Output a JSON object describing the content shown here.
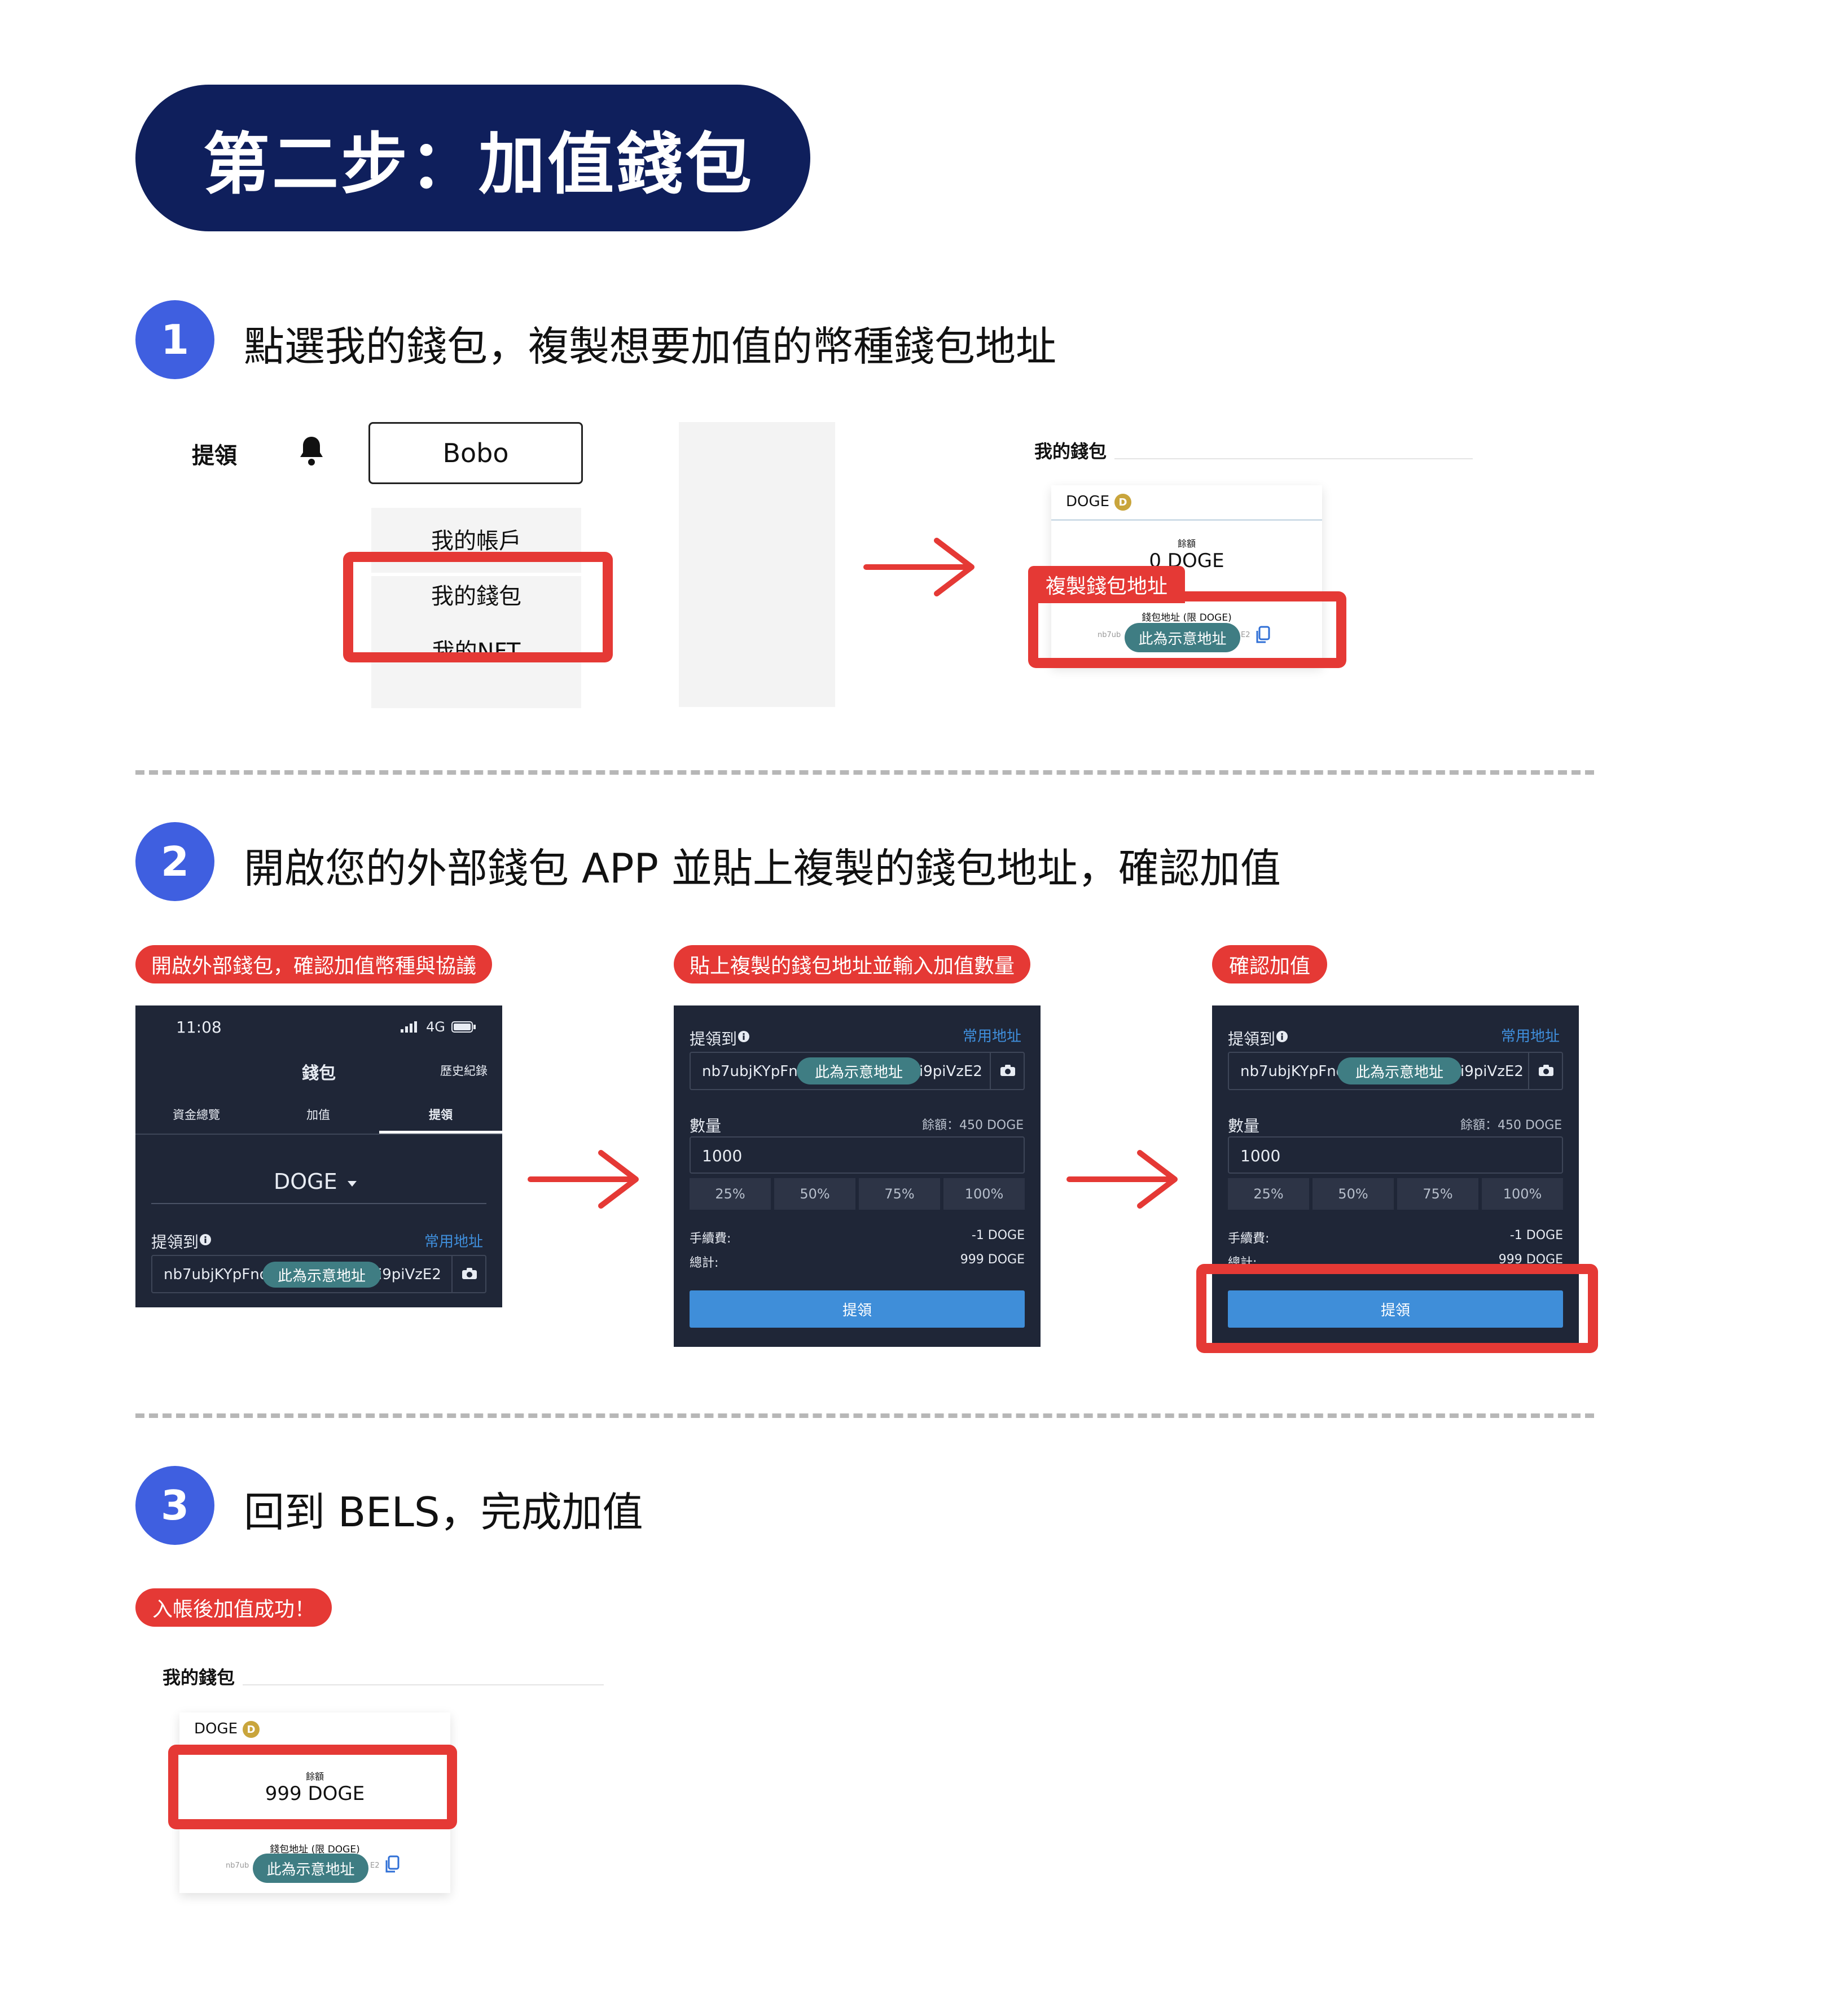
{
  "page_title": "第二步：加值錢包",
  "steps": [
    {
      "num": "1",
      "text": "點選我的錢包，複製想要加值的幣種錢包地址"
    },
    {
      "num": "2",
      "text": "開啟您的外部錢包 APP 並貼上複製的錢包地址，確認加值"
    },
    {
      "num": "3",
      "text": "回到 BELS，完成加值"
    }
  ],
  "step1": {
    "nav_withdraw": "提領",
    "user_button": "Bobo",
    "menu": [
      "我的帳戶",
      "我的錢包",
      "我的NFT"
    ],
    "wallet_heading": "我的錢包",
    "coin": "DOGE",
    "coin_icon_glyph": "D",
    "balance_label": "餘額",
    "balance_value": "0 DOGE",
    "copy_tag": "複製錢包地址",
    "address_label": "錢包地址 (限 DOGE)",
    "address_prefix": "nb7ub",
    "address_suffix": "E2",
    "demo_note": "此為示意地址"
  },
  "step2": {
    "tags": [
      "開啟外部錢包，確認加值幣種與協議",
      "貼上複製的錢包地址並輸入加值數量",
      "確認加值"
    ],
    "phone": {
      "time": "11:08",
      "signal": "4G",
      "title": "錢包",
      "history": "歷史紀錄",
      "tabs": [
        "資金總覽",
        "加值",
        "提領"
      ],
      "coin_select": "DOGE",
      "withdraw_to": "提領到",
      "common_address": "常用地址",
      "address_left": "nb7ubjKYpFnd",
      "address_right": "i9piVzE2",
      "demo_note": "此為示意地址"
    },
    "form": {
      "withdraw_to": "提領到",
      "common_address": "常用地址",
      "address_left_2": "nb7ubjKYpFn",
      "address_right_2": "i9piVzE2",
      "address_left_3": "nb7ubjKYpFnd",
      "address_right_3": "i9piVzE2",
      "demo_note": "此為示意地址",
      "amount_label": "數量",
      "balance": "餘額：450 DOGE",
      "amount_value": "1000",
      "percents": [
        "25%",
        "50%",
        "75%",
        "100%"
      ],
      "fee_label": "手續費:",
      "fee_value": "-1 DOGE",
      "total_label": "總計:",
      "total_value": "999 DOGE",
      "submit": "提領"
    }
  },
  "step3": {
    "tag": "入帳後加值成功！",
    "wallet_heading": "我的錢包",
    "coin": "DOGE",
    "coin_icon_glyph": "D",
    "balance_label": "餘額",
    "balance_value": "999 DOGE",
    "address_label": "錢包地址 (限 DOGE)",
    "address_prefix": "nb7ub",
    "address_suffix": "E2",
    "demo_note": "此為示意地址"
  },
  "colors": {
    "navy": "#0f1f5c",
    "step_blue": "#3f5fe0",
    "red": "#e53935",
    "dark_panel": "#1f2637",
    "button_blue": "#3f8ed9",
    "teal": "#3f7d83",
    "doge_gold": "#c9a53c"
  }
}
